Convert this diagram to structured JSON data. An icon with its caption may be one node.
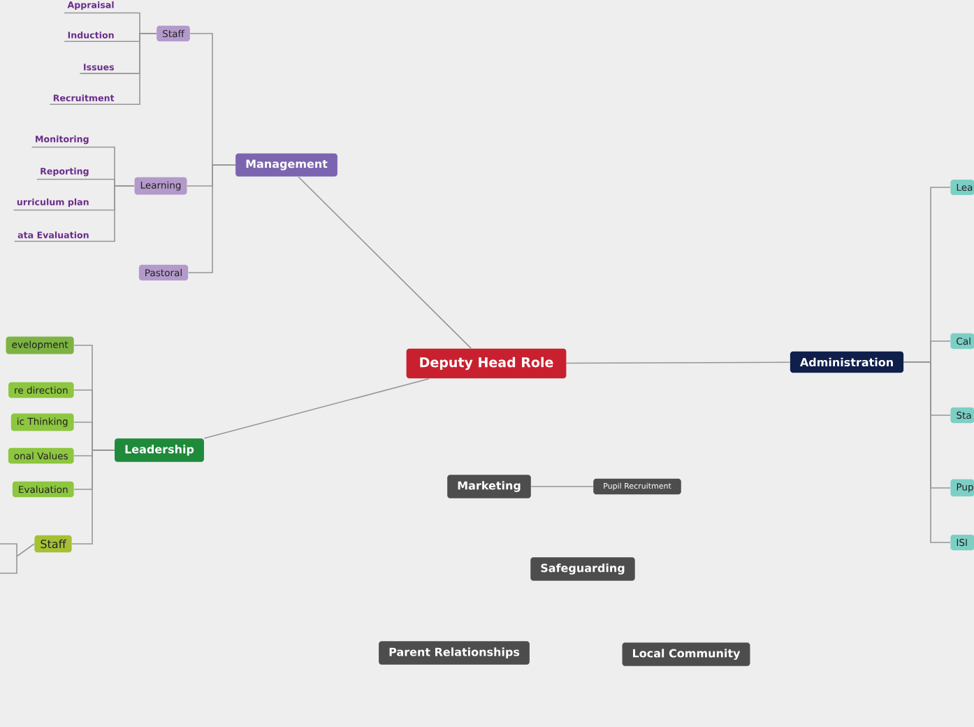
{
  "diagram": {
    "nodes": [
      {
        "text": [
          "Deputy Head Role"
        ]
      },
      {
        "text": [
          "Management"
        ]
      },
      {
        "text": [
          "Staff"
        ]
      },
      {
        "text": [
          "Appraisal"
        ]
      },
      {
        "text": [
          "Induction"
        ]
      },
      {
        "text": [
          "Issues"
        ]
      },
      {
        "text": [
          "Recruitment"
        ]
      },
      {
        "text": [
          "Learning"
        ]
      },
      {
        "text": [
          "Monitoring"
        ]
      },
      {
        "text": [
          "Reporting"
        ]
      },
      {
        "text": [
          "urriculum plan"
        ]
      },
      {
        "text": [
          "ata Evaluation"
        ]
      },
      {
        "text": [
          "Pastoral"
        ]
      },
      {
        "text": [
          "Leadership"
        ]
      },
      {
        "text": [
          "evelopment"
        ]
      },
      {
        "text": [
          "re direction"
        ]
      },
      {
        "text": [
          "ic Thinking"
        ]
      },
      {
        "text": [
          "onal Values"
        ]
      },
      {
        "text": [
          "Evaluation"
        ]
      },
      {
        "text": [
          "Staff"
        ]
      },
      {
        "text": [
          "Administration"
        ]
      },
      {
        "text": [
          "Lea"
        ]
      },
      {
        "text": [
          "Cal"
        ]
      },
      {
        "text": [
          "Sta"
        ]
      },
      {
        "text": [
          "Pup"
        ]
      },
      {
        "text": [
          "ISI"
        ]
      },
      {
        "text": [
          "Marketing"
        ]
      },
      {
        "text": [
          "Pupil Recruitment"
        ]
      },
      {
        "text": [
          "Safeguarding"
        ]
      },
      {
        "text": [
          "Parent Relationships"
        ]
      },
      {
        "text": [
          "Local Community"
        ]
      }
    ],
    "edges": [
      {
        "from": 0,
        "to": 1,
        "arrow": "none"
      },
      {
        "from": 1,
        "to": 2,
        "arrow": "none"
      },
      {
        "from": 2,
        "to": 3,
        "arrow": "none"
      },
      {
        "from": 2,
        "to": 4,
        "arrow": "none"
      },
      {
        "from": 2,
        "to": 5,
        "arrow": "none"
      },
      {
        "from": 2,
        "to": 6,
        "arrow": "none"
      },
      {
        "from": 1,
        "to": 7,
        "arrow": "none"
      },
      {
        "from": 7,
        "to": 8,
        "arrow": "none"
      },
      {
        "from": 7,
        "to": 9,
        "arrow": "none"
      },
      {
        "from": 7,
        "to": 10,
        "arrow": "none"
      },
      {
        "from": 7,
        "to": 11,
        "arrow": "none"
      },
      {
        "from": 1,
        "to": 12,
        "arrow": "none"
      },
      {
        "from": 0,
        "to": 13,
        "arrow": "none"
      },
      {
        "from": 13,
        "to": 14,
        "arrow": "none"
      },
      {
        "from": 13,
        "to": 15,
        "arrow": "none"
      },
      {
        "from": 13,
        "to": 16,
        "arrow": "none"
      },
      {
        "from": 13,
        "to": 17,
        "arrow": "none"
      },
      {
        "from": 13,
        "to": 18,
        "arrow": "none"
      },
      {
        "from": 13,
        "to": 19,
        "arrow": "none"
      },
      {
        "from": 0,
        "to": 20,
        "arrow": "none"
      },
      {
        "from": 20,
        "to": 21,
        "arrow": "none"
      },
      {
        "from": 20,
        "to": 22,
        "arrow": "none"
      },
      {
        "from": 20,
        "to": 23,
        "arrow": "none"
      },
      {
        "from": 20,
        "to": 24,
        "arrow": "none"
      },
      {
        "from": 20,
        "to": 25,
        "arrow": "none"
      },
      {
        "from": 26,
        "to": 27,
        "arrow": "none"
      }
    ]
  }
}
